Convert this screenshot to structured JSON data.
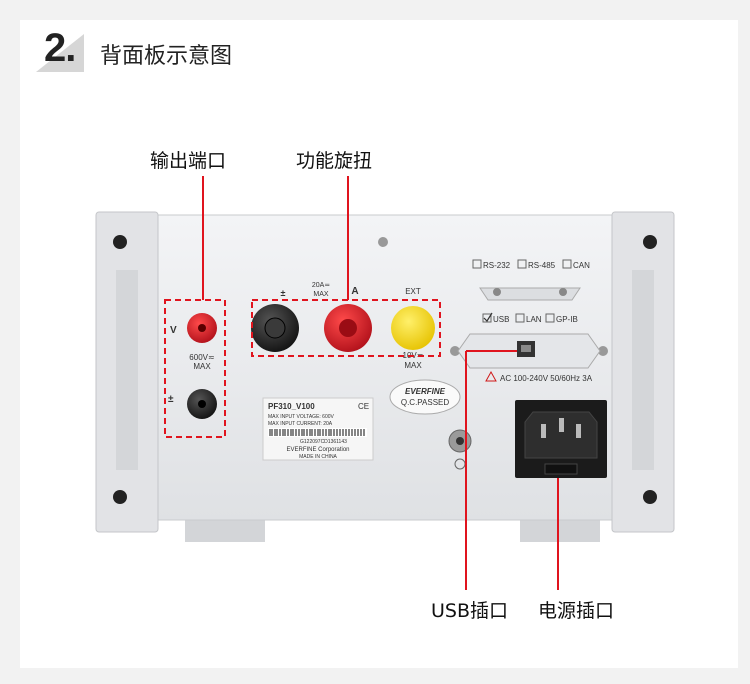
{
  "header": {
    "number": "2.",
    "title": "背面板示意图"
  },
  "callouts": {
    "output_port": "输出端口",
    "function_knob": "功能旋扭",
    "usb_port": "USB插口",
    "power_socket": "电源插口"
  },
  "panel": {
    "v_terminal": "V",
    "v_rating_1": "600V≂",
    "v_rating_2": "MAX",
    "pm_terminal": "±",
    "knob_pm": "±",
    "knob_a_rating_1": "20A≂",
    "knob_a_rating_2": "MAX",
    "knob_a": "A",
    "knob_ext": "EXT",
    "knob_ext_rating_1": "10V≂",
    "knob_ext_rating_2": "MAX",
    "opt_rs232": "RS-232",
    "opt_rs485": "RS-485",
    "opt_can": "CAN",
    "opt_usb": "USB",
    "opt_lan": "LAN",
    "opt_gpib": "GP-IB",
    "power_spec": "AC 100-240V 50/60Hz 3A",
    "brand": "EVERFINE",
    "qc": "Q.C.PASSED",
    "model": "PF310_V100",
    "max_voltage": "MAX INPUT VOLTAGE: 600V",
    "max_current": "MAX INPUT CURRENT: 20A",
    "serial": "G122097CD1361143",
    "corp": "EVERFINE Corporation",
    "made_in": "MADE IN CHINA",
    "ce": "CE"
  },
  "colors": {
    "accent_red": "#e0141e",
    "knob_red": "#d81e28",
    "knob_yellow": "#f5d51e",
    "panel": "#e9eaec"
  }
}
